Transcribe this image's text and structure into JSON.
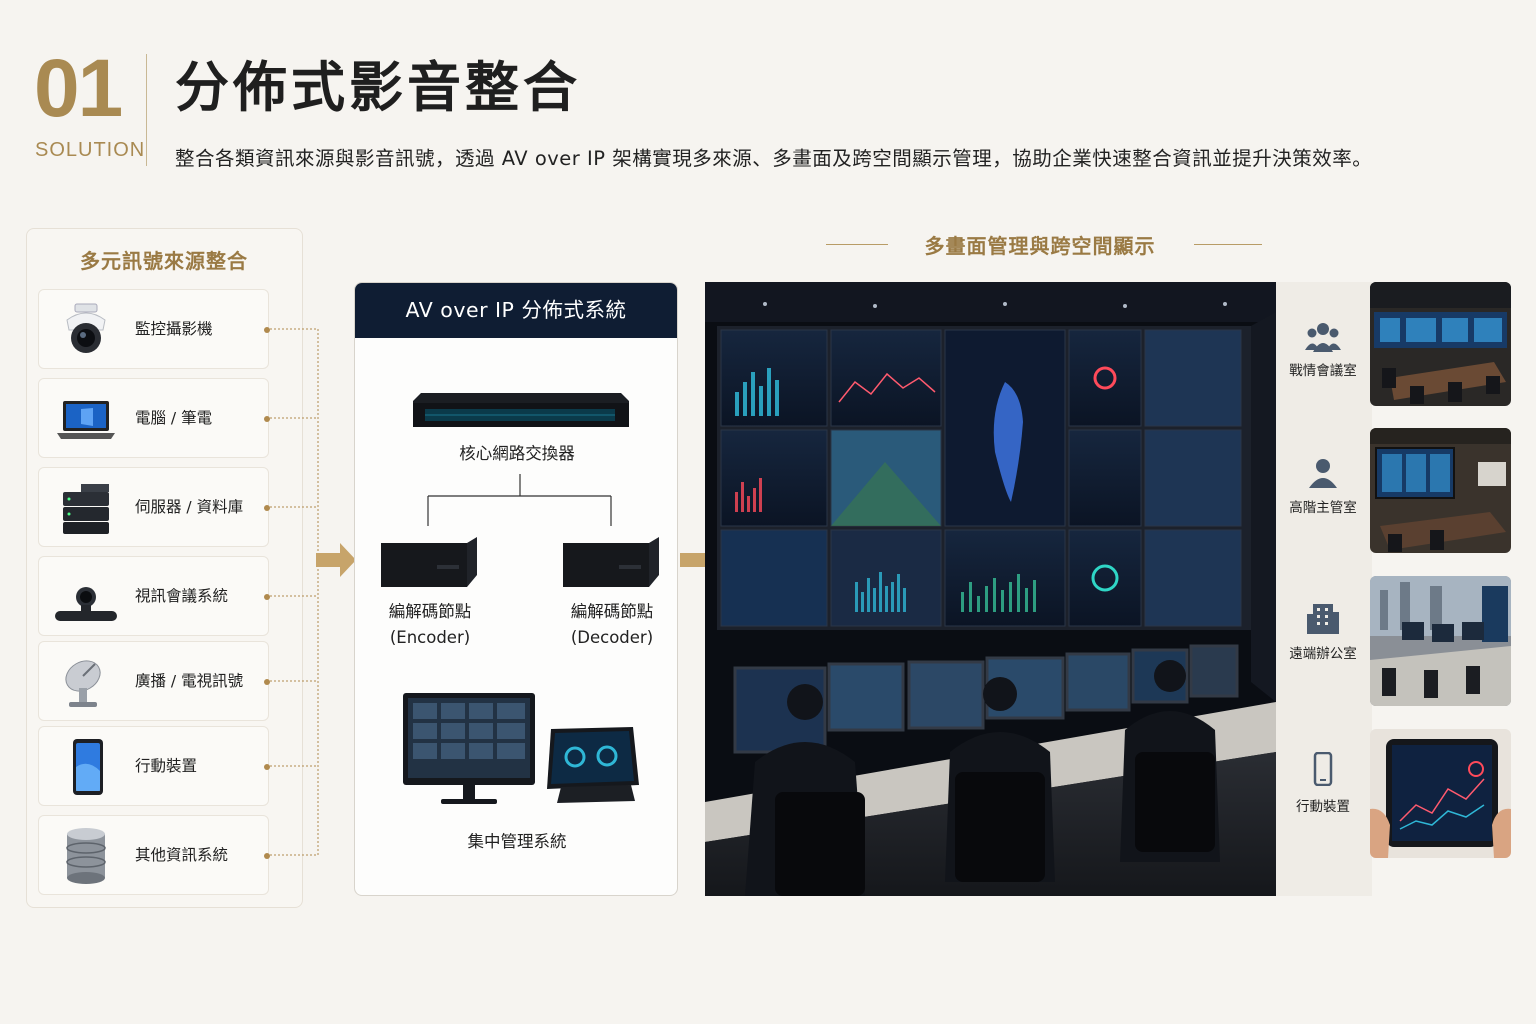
{
  "header": {
    "number": "01",
    "solution_label": "SOLUTION",
    "title": "分佈式影音整合",
    "subtitle": "整合各類資訊來源與影音訊號，透過 AV over IP 架構實現多來源、多畫面及跨空間顯示管理，協助企業快速整合資訊並提升決策效率。"
  },
  "sources": {
    "title": "多元訊號來源整合",
    "items": [
      {
        "label": "監控攝影機",
        "icon": "security-camera-icon"
      },
      {
        "label": "電腦 / 筆電",
        "icon": "laptop-icon"
      },
      {
        "label": "伺服器 / 資料庫",
        "icon": "server-icon"
      },
      {
        "label": "視訊會議系統",
        "icon": "video-conference-icon"
      },
      {
        "label": "廣播 / 電視訊號",
        "icon": "satellite-dish-icon"
      },
      {
        "label": "行動裝置",
        "icon": "smartphone-icon"
      },
      {
        "label": "其他資訊系統",
        "icon": "database-icon"
      }
    ]
  },
  "av_system": {
    "title": "AV over IP 分佈式系統",
    "switch_label": "核心網路交換器",
    "encoder_label": "編解碼節點",
    "encoder_sub": "(Encoder)",
    "decoder_label": "編解碼節點",
    "decoder_sub": "(Decoder)",
    "management_label": "集中管理系統"
  },
  "display": {
    "title": "多畫面管理與跨空間顯示",
    "destinations": [
      {
        "label": "戰情會議室",
        "icon": "group-people-icon"
      },
      {
        "label": "高階主管室",
        "icon": "person-icon"
      },
      {
        "label": "遠端辦公室",
        "icon": "office-building-icon"
      },
      {
        "label": "行動裝置",
        "icon": "mobile-device-icon"
      }
    ]
  },
  "colors": {
    "gold": "#a98a52",
    "navy": "#0f1d33",
    "background": "#f6f4f0"
  }
}
